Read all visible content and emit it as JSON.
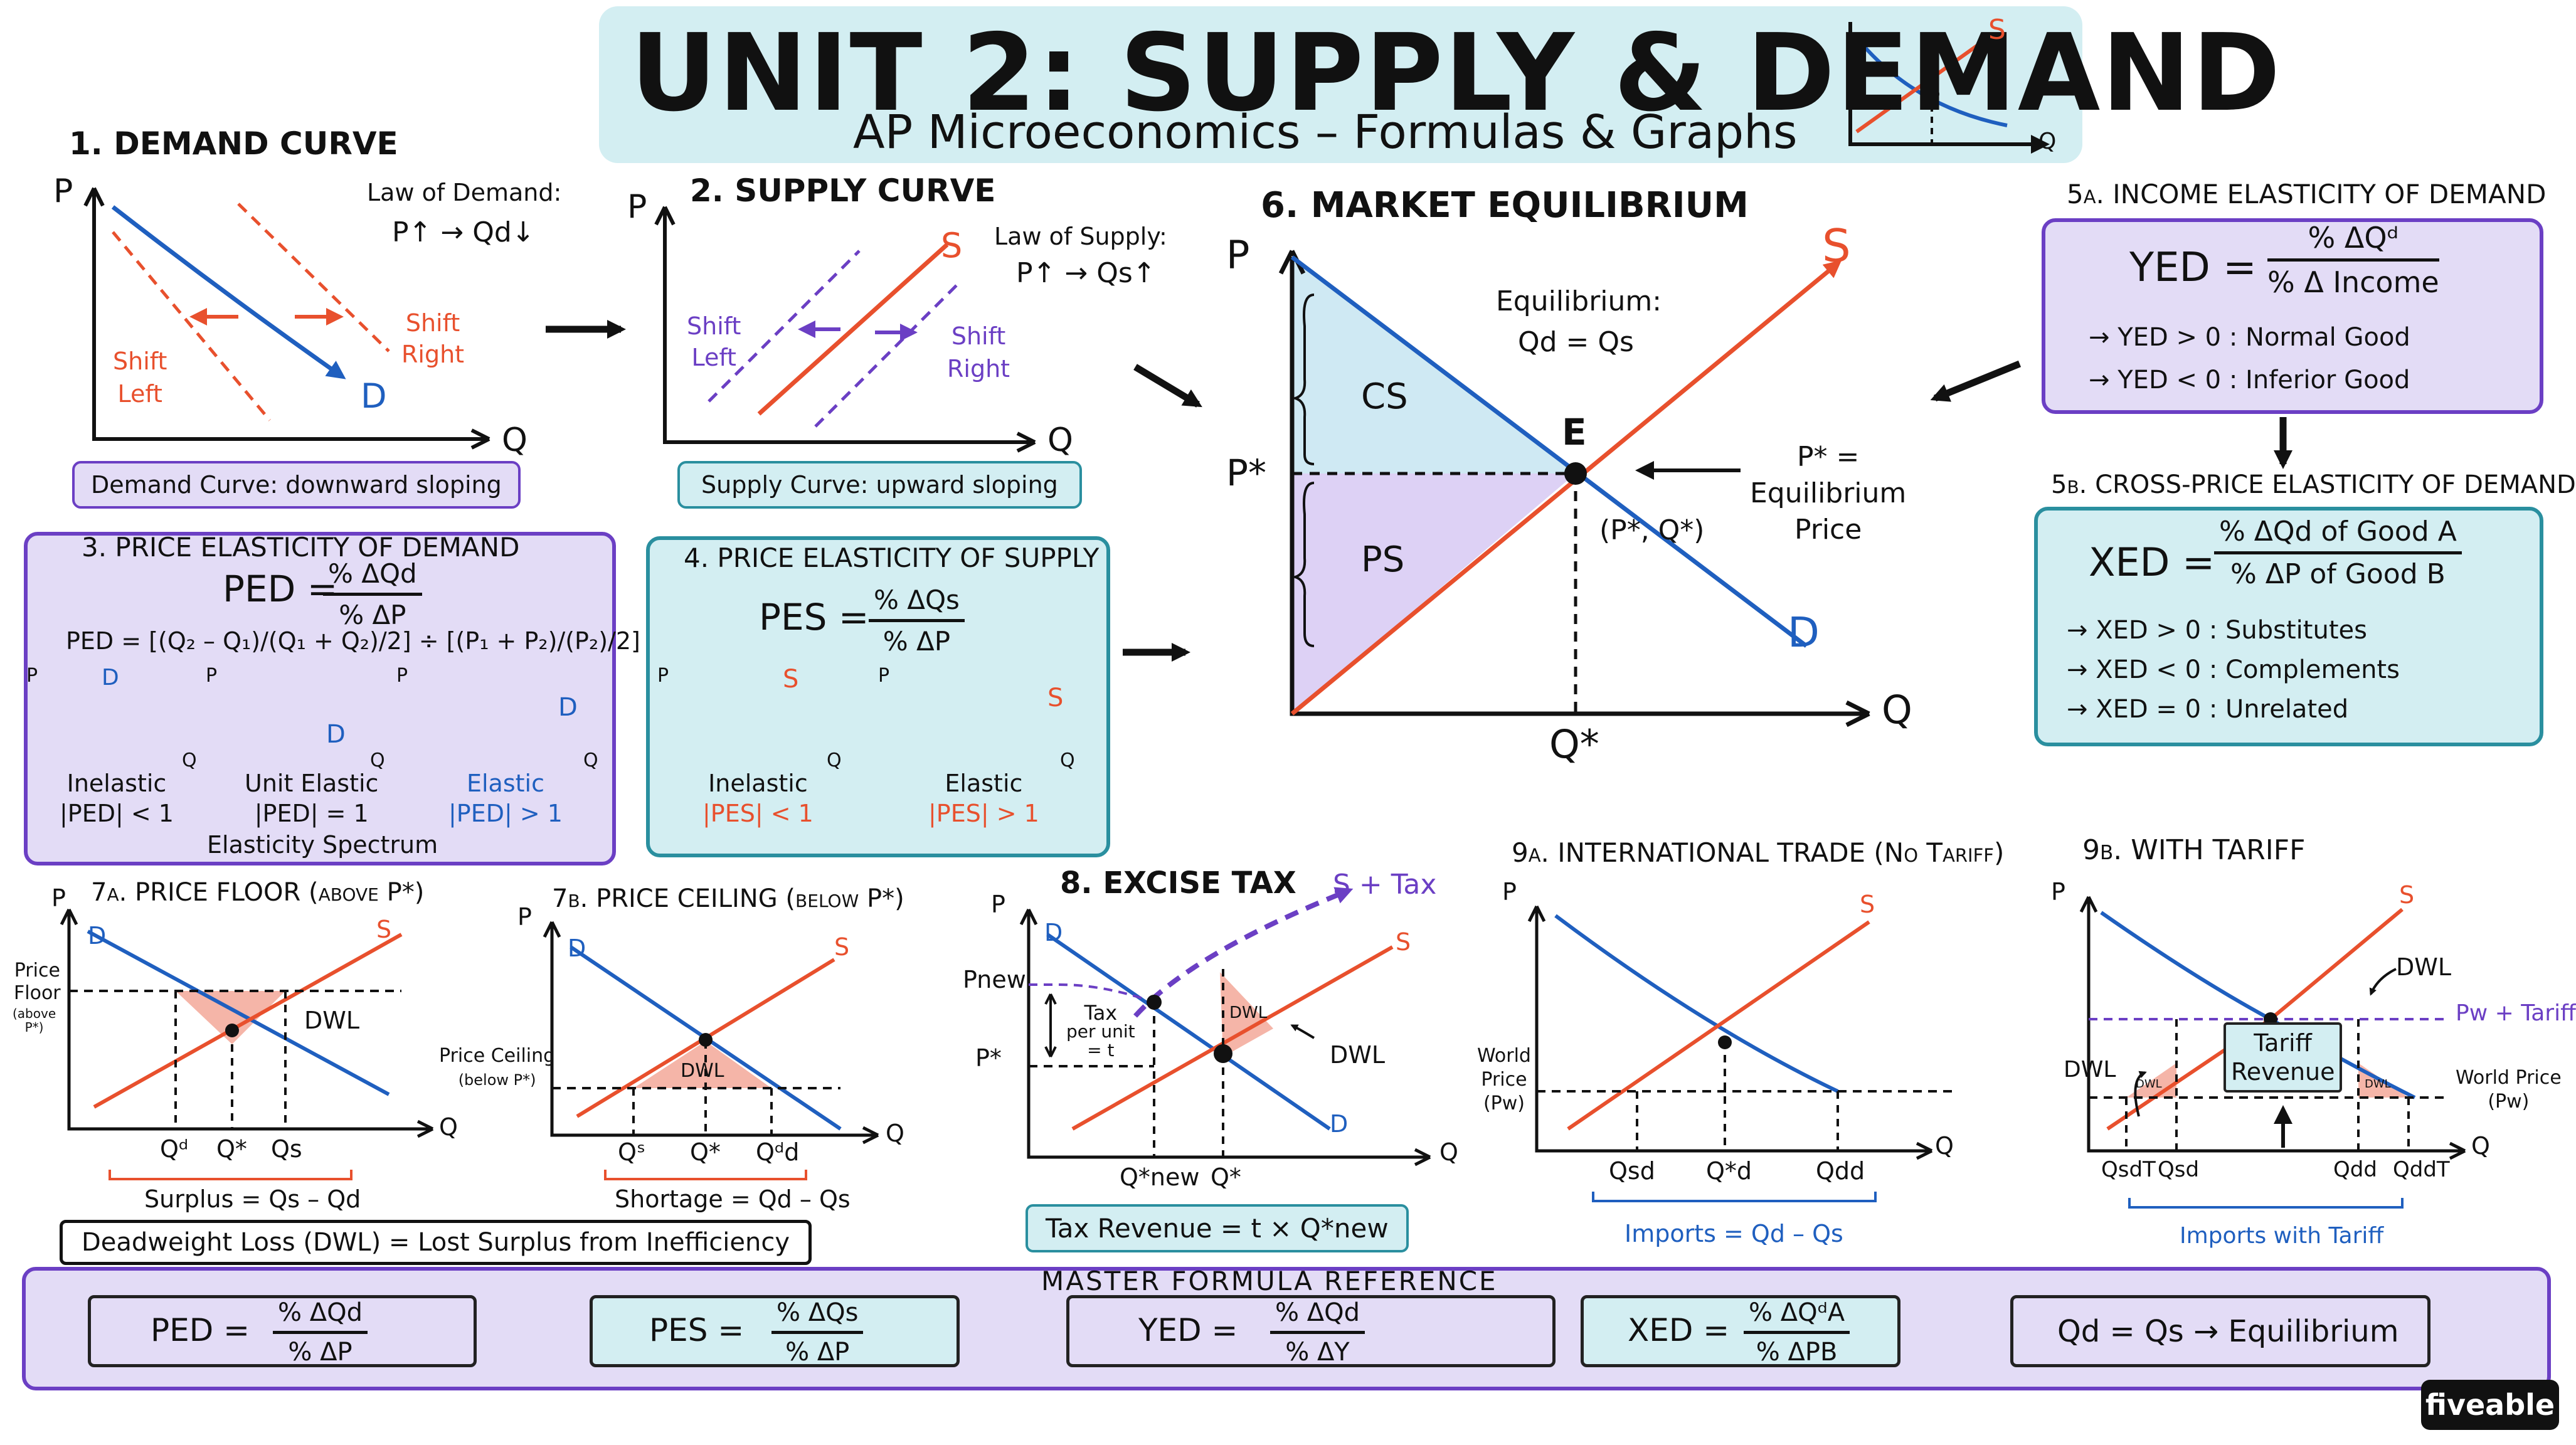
{
  "title": "UNIT 2: SUPPLY & DEMAND",
  "subtitle": "AP Microeconomics – Formulas & Graphs",
  "common": {
    "P": "P",
    "Q": "Q",
    "D": "D",
    "S": "S"
  },
  "colors": {
    "demand": "#1f5fbf",
    "supply": "#e8502d",
    "purple_box": "#e3dcf6",
    "teal_box": "#d3eef2",
    "violet": "#6b3fc4",
    "shade_red": "#f5b5a8"
  },
  "demand_curve": {
    "heading": "1. DEMAND CURVE",
    "law_title": "Law of Demand:",
    "law": "P↑ → Qd↓",
    "shift_left": [
      "Shift",
      "Left"
    ],
    "shift_right": [
      "Shift",
      "Right"
    ],
    "caption": "Demand Curve: downward sloping"
  },
  "supply_curve": {
    "heading": "2. SUPPLY CURVE",
    "law_title": "Law of Supply:",
    "law": "P↑ → Qs↑",
    "shift_left": [
      "Shift",
      "Left"
    ],
    "shift_right": [
      "Shift",
      "Right"
    ],
    "caption": "Supply Curve: upward sloping"
  },
  "ped": {
    "heading": "3. PRICE ELASTICITY OF DEMAND",
    "lhs": "PED =",
    "num": "% ΔQd",
    "den": "% ΔP",
    "midpoint": "PED = [(Q₂ – Q₁)/(Q₁ + Q₂)/2] ÷ [(P₁ + P₂)/(P₂)/2]",
    "inelastic": [
      "Inelastic",
      "|PED| < 1"
    ],
    "unit": [
      "Unit Elastic",
      "|PED| = 1"
    ],
    "elastic": [
      "Elastic",
      "|PED| > 1"
    ],
    "spectrum": "Elasticity Spectrum"
  },
  "pes": {
    "heading": "4. PRICE ELASTICITY OF SUPPLY",
    "lhs": "PES =",
    "num": "% ΔQs",
    "den": "% ΔP",
    "inelastic": [
      "Inelastic",
      "|PES| < 1"
    ],
    "elastic": [
      "Elastic",
      "|PES| > 1"
    ]
  },
  "equilibrium": {
    "heading": "6. MARKET EQUILIBRIUM",
    "eq_title": "Equilibrium:",
    "eq": "Qd = Qs",
    "cs": "CS",
    "ps": "PS",
    "e": "E",
    "pstar": "P*",
    "qstar": "Q*",
    "point": "(P*, Q*)",
    "note": [
      "P* =",
      "Equilibrium",
      "Price"
    ]
  },
  "yed": {
    "heading": "5a. INCOME ELASTICITY OF DEMAND",
    "lhs": "YED =",
    "num": "% ΔQᵈ",
    "den": "% Δ Income",
    "rules": [
      "→ YED > 0 :  Normal Good",
      "→ YED < 0 :  Inferior Good"
    ]
  },
  "xed": {
    "heading": "5b. CROSS-PRICE ELASTICITY OF DEMAND",
    "lhs": "XED =",
    "num": "% ΔQd of Good A",
    "den": "% ΔP of Good B",
    "rules": [
      "→ XED > 0 :  Substitutes",
      "→ XED < 0 :  Complements",
      "→ XED = 0 :  Unrelated"
    ]
  },
  "floor": {
    "heading": "7a. PRICE FLOOR (above P*)",
    "label": [
      "Price",
      "Floor"
    ],
    "label_note": [
      "(above",
      "P*)"
    ],
    "dwl": "DWL",
    "ticks": [
      "Qᵈ",
      "Q*",
      "Qs"
    ],
    "surplus": "Surplus = Qs – Qd"
  },
  "ceiling": {
    "heading": "7b. PRICE CEILING (below P*)",
    "label": [
      "Price Ceiling",
      "(below P*)"
    ],
    "dwl": "DWL",
    "ticks": [
      "Qˢ",
      "Q*",
      "Qᵈd"
    ],
    "shortage": "Shortage = Qd – Qs"
  },
  "dwl_caption": "Deadweight Loss (DWL) = Lost Surplus from Inefficiency",
  "tax": {
    "heading": "8. EXCISE TAX",
    "stax": "S + Tax",
    "pnew": "Pnew",
    "pstar": "P*",
    "tax_note": [
      "Tax",
      "per unit",
      "= t"
    ],
    "dwl": "DWL",
    "ticks": [
      "Q*new",
      "Q*"
    ],
    "revenue": "Tax Revenue = t × Q*new"
  },
  "trade": {
    "heading": "9a. INTERNATIONAL TRADE (No Tariff)",
    "world": [
      "World",
      "Price",
      "(Pw)"
    ],
    "ticks": [
      "Qsd",
      "Q*d",
      "Qdd"
    ],
    "imports": "Imports = Qd – Qs"
  },
  "tariff": {
    "heading": "9b. WITH TARIFF",
    "dwl": "DWL",
    "pw_tariff": "Pw + Tariff",
    "world": [
      "World Price",
      "(Pw)"
    ],
    "revenue": [
      "Tariff",
      "Revenue"
    ],
    "ticks": [
      "QsdT",
      "Qsd",
      "Qdd",
      "QddT"
    ],
    "imports": "Imports with Tariff"
  },
  "master": {
    "heading": "MASTER FORMULA REFERENCE",
    "items": [
      {
        "lhs": "PED =",
        "num": "% ΔQd",
        "den": "% ΔP"
      },
      {
        "lhs": "PES =",
        "num": "% ΔQs",
        "den": "% ΔP"
      },
      {
        "lhs": "YED =",
        "num": "% ΔQd",
        "den": "% ΔY"
      },
      {
        "lhs": "XED =",
        "num": "% ΔQᵈA",
        "den": "% ΔPB"
      }
    ],
    "last": "Qd = Qs → Equilibrium"
  },
  "logo": "fiveable"
}
